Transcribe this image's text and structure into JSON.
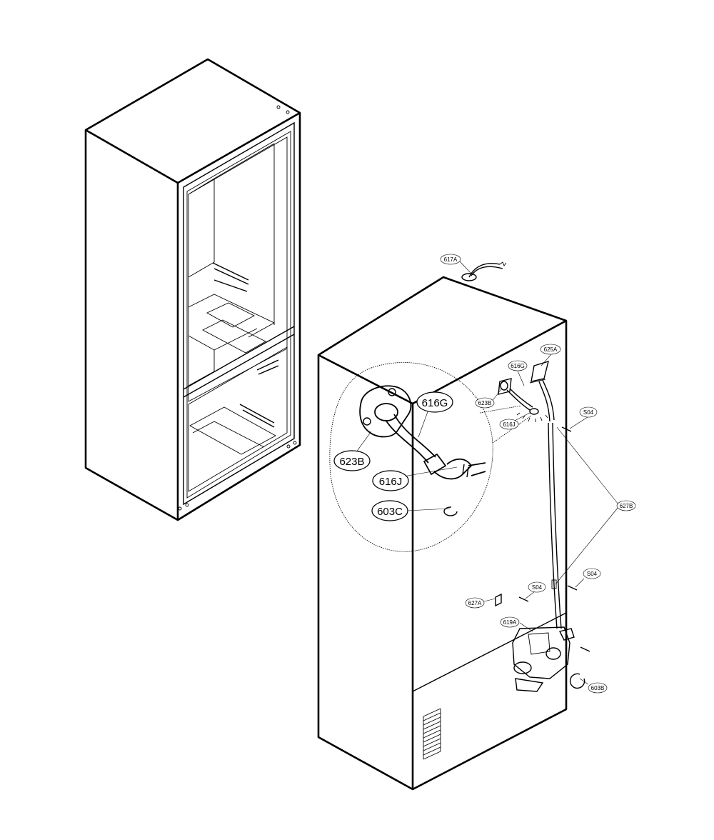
{
  "callouts": {
    "c617A": "617A",
    "c625A": "625A",
    "c616G_small": "616G",
    "c623B_small": "623B",
    "c616J_small": "616J",
    "cS04_top": "S04",
    "c627B": "627B",
    "cS04_right": "S04",
    "cS04_mid": "S04",
    "c627A": "627A",
    "c619A": "619A",
    "c603B": "603B",
    "c616G_large": "616G",
    "c623B_large": "623B",
    "c616J_large": "616J",
    "c603C_large": "603C"
  }
}
